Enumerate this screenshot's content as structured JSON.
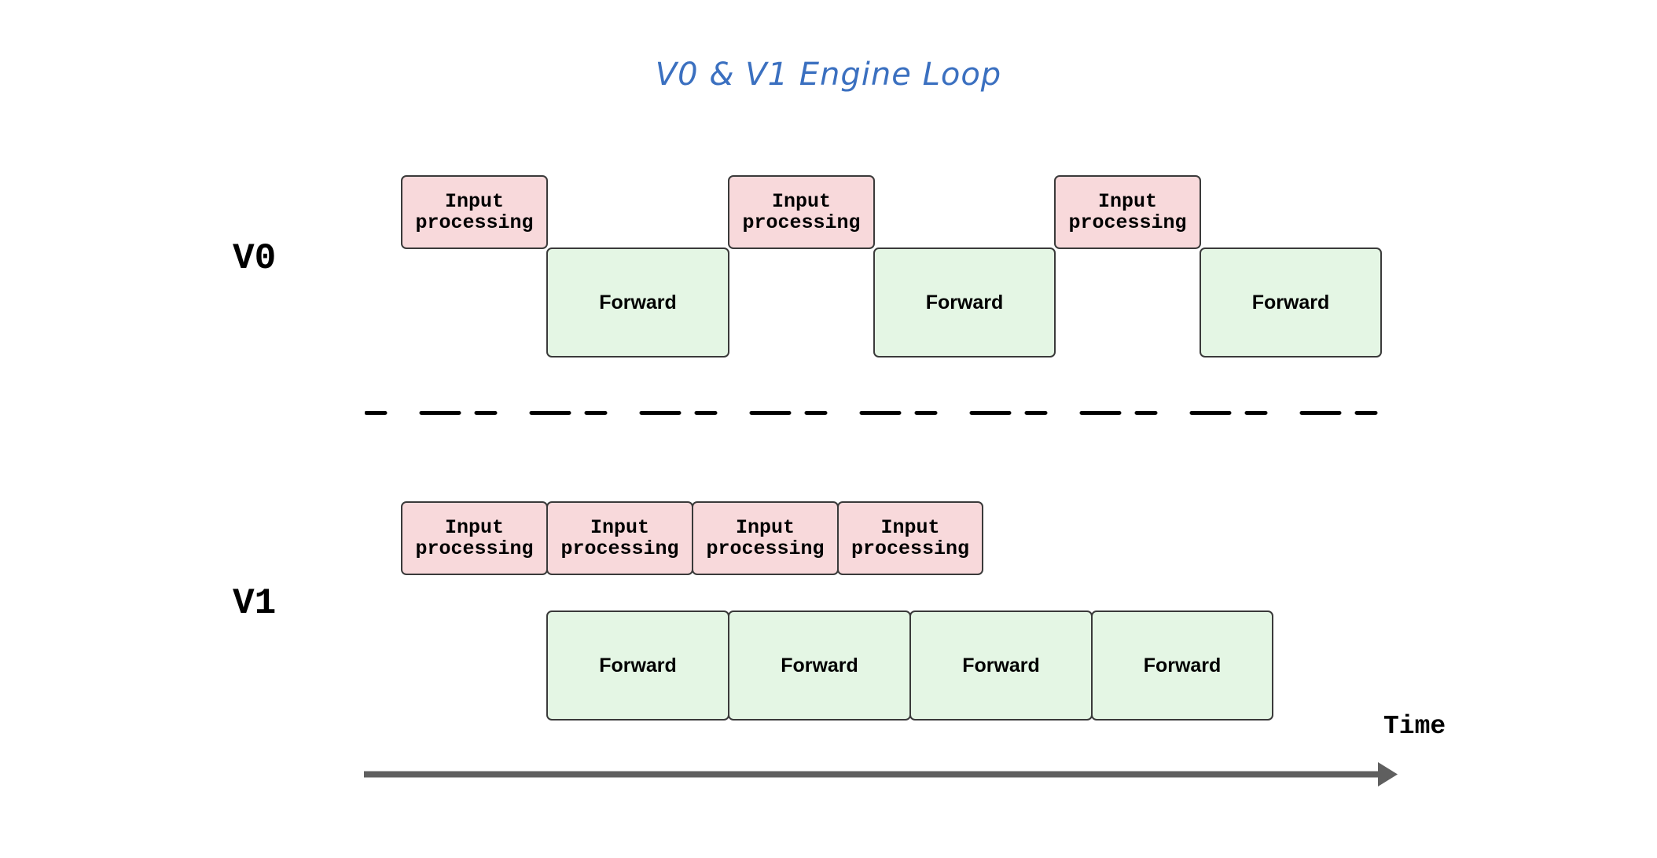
{
  "title": "V0 & V1 Engine Loop",
  "colors": {
    "title": "#3b70c0",
    "input_fill": "#f8d9db",
    "forward_fill": "#e4f6e4",
    "box_border": "#3a3a3a",
    "axis": "#5f5f5f",
    "divider": "#000000"
  },
  "rows": [
    {
      "label": "V0",
      "blocks": [
        {
          "type": "input",
          "label": "Input\nprocessing"
        },
        {
          "type": "forward",
          "label": "Forward"
        },
        {
          "type": "input",
          "label": "Input\nprocessing"
        },
        {
          "type": "forward",
          "label": "Forward"
        },
        {
          "type": "input",
          "label": "Input\nprocessing"
        },
        {
          "type": "forward",
          "label": "Forward"
        }
      ]
    },
    {
      "label": "V1",
      "blocks": [
        {
          "type": "input",
          "label": "Input\nprocessing"
        },
        {
          "type": "input",
          "label": "Input\nprocessing"
        },
        {
          "type": "input",
          "label": "Input\nprocessing"
        },
        {
          "type": "input",
          "label": "Input\nprocessing"
        },
        {
          "type": "forward",
          "label": "Forward"
        },
        {
          "type": "forward",
          "label": "Forward"
        },
        {
          "type": "forward",
          "label": "Forward"
        },
        {
          "type": "forward",
          "label": "Forward"
        }
      ]
    }
  ],
  "axis": {
    "label": "Time",
    "direction": "left-to-right"
  }
}
